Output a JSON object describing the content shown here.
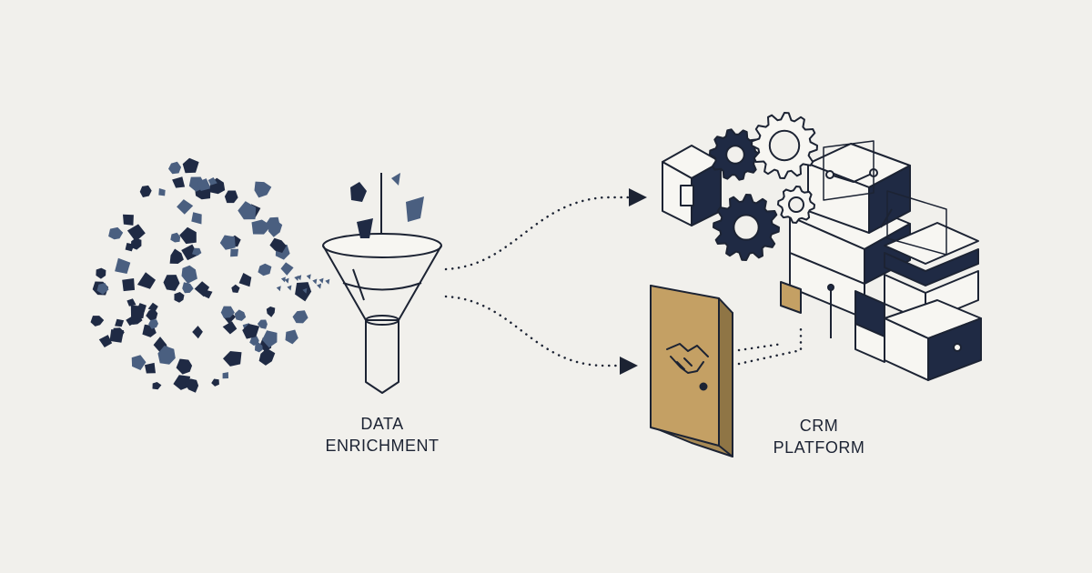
{
  "labels": {
    "enrichment": {
      "line1": "DATA",
      "line2": "ENRICHMENT"
    },
    "crm": {
      "line1": "CRM",
      "line2": "PLATFORM"
    }
  },
  "icons": [
    "scattered-data-shapes",
    "funnel-icon",
    "dotted-arrow",
    "gear-icon",
    "crm-blocks-icon",
    "door-icon",
    "handshake-icon"
  ],
  "colors": {
    "background": "#f1f0ec",
    "ink": "#1c2333",
    "navy": "#1f2a44",
    "slate": "#4a5f80",
    "gold": "#c4a064"
  }
}
